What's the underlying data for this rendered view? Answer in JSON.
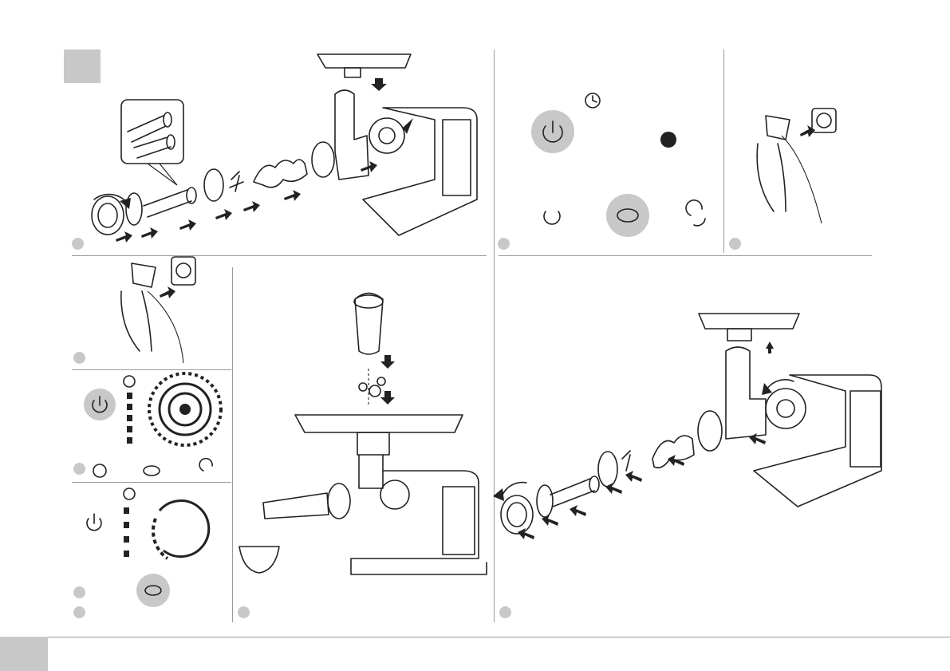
{
  "page": {
    "section_marker": "",
    "footer_page_number": ""
  },
  "panels": [
    {
      "id": "assembly",
      "caption": ""
    },
    {
      "id": "settings",
      "caption": ""
    },
    {
      "id": "plug-in",
      "caption": ""
    },
    {
      "id": "plug-in-small",
      "caption": ""
    },
    {
      "id": "mode-select",
      "caption": ""
    },
    {
      "id": "timer-run",
      "caption": ""
    },
    {
      "id": "kebbe-accessory",
      "caption": ""
    },
    {
      "id": "disassembly",
      "caption": ""
    }
  ],
  "icons": {
    "power": "power-icon",
    "timer": "clock-icon",
    "tomato": "tomato-icon",
    "mince": "mince-icon",
    "reverse": "reverse-icon",
    "plug": "plug-icon",
    "socket": "socket-icon"
  },
  "colors": {
    "step_marker": "#c8c8c8",
    "line": "#222222",
    "rule": "#9a9a9a"
  }
}
